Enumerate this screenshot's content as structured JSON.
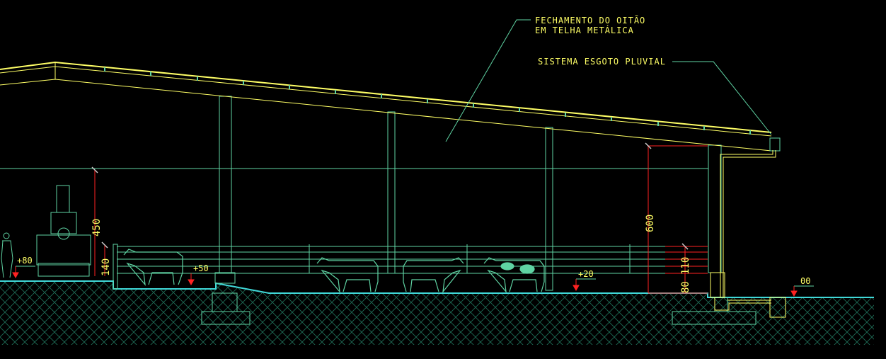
{
  "annotations": {
    "roof_note_line1": "FECHAMENTO DO OITÃO",
    "roof_note_line2": "EM TELHA METÁLICA",
    "drainage_note": "SISTEMA ESGOTO PLUVIAL"
  },
  "dimensions": {
    "tractor_height": "450",
    "curb_height": "140",
    "eave_height": "600",
    "rail_height": "110",
    "base_height": "80"
  },
  "levels": {
    "tractor_lane": "+80",
    "feed_lane": "+50",
    "stall_floor": "+20",
    "ground": "00"
  },
  "colors": {
    "background": "#000000",
    "structure": "#5fd3a3",
    "roof": "#ffff66",
    "ground": "#40d8d8",
    "dimension": "#ff2222",
    "hatch": "#1e7a5e",
    "leader": "#5fd3a3"
  }
}
